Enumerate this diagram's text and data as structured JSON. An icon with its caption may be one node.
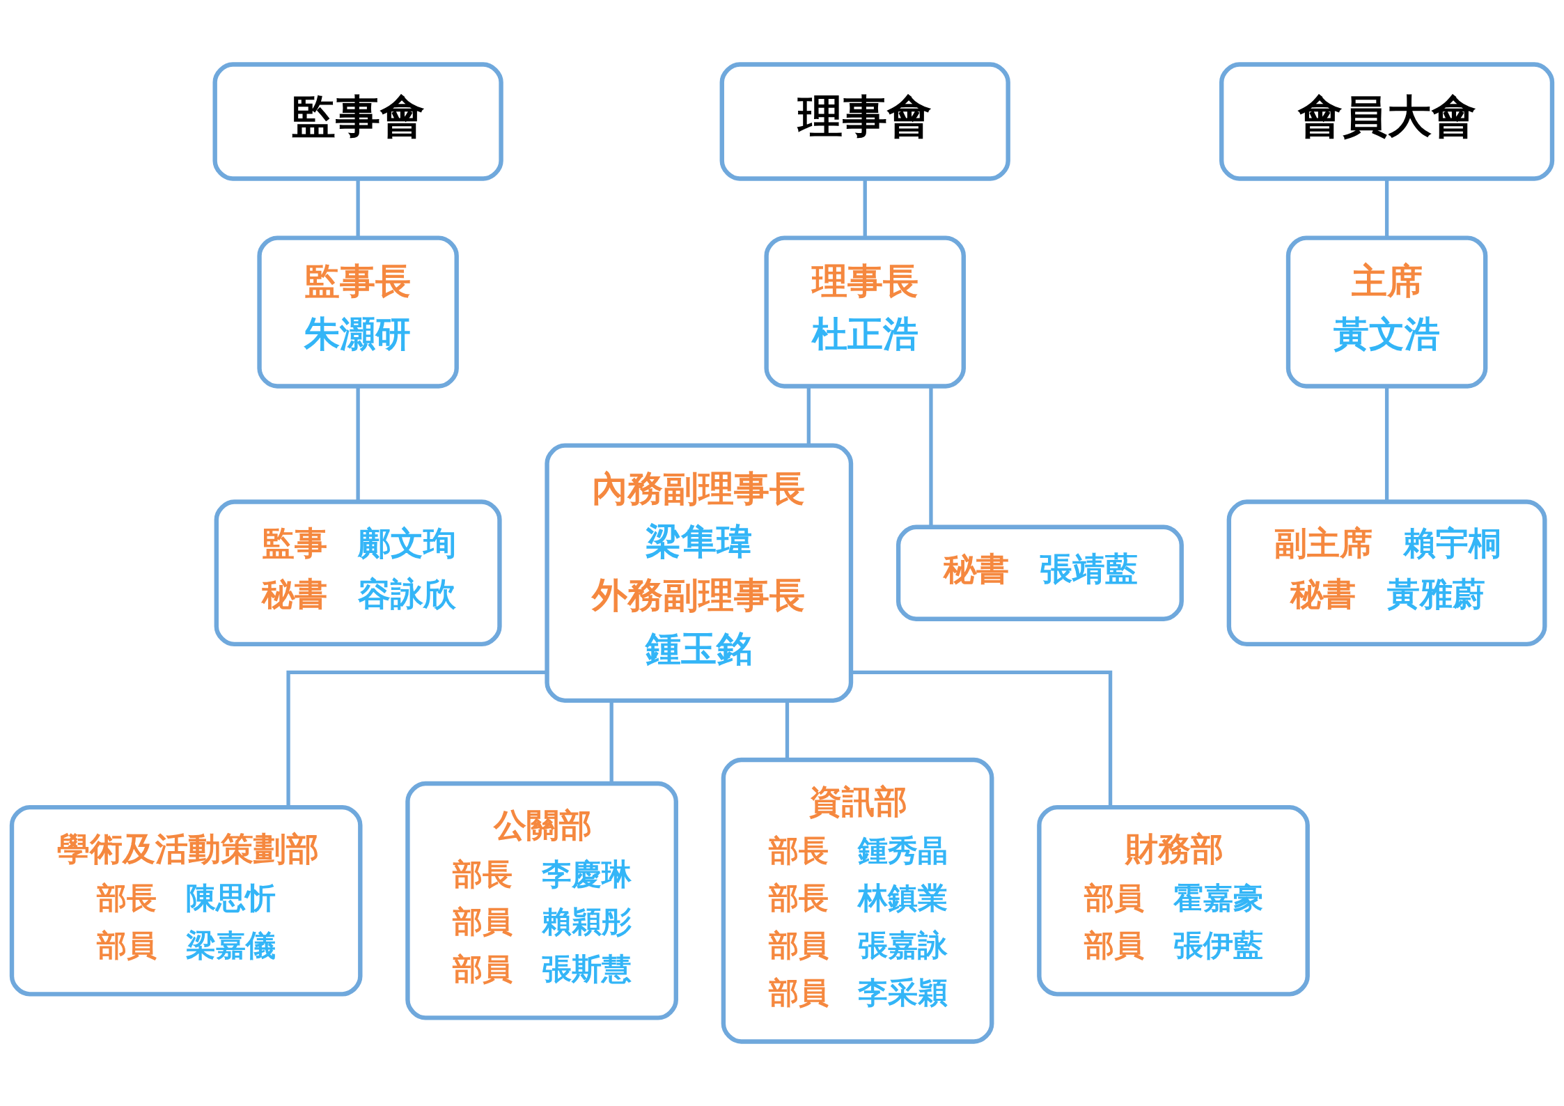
{
  "diagram": {
    "nodes": [
      {
        "text": [
          "監事會"
        ]
      },
      {
        "text": [
          "理事會"
        ]
      },
      {
        "text": [
          "會員大會"
        ]
      },
      {
        "text": [
          "監事長",
          "朱灝研"
        ]
      },
      {
        "text": [
          "理事長",
          "杜正浩"
        ]
      },
      {
        "text": [
          "主席",
          "黃文浩"
        ]
      },
      {
        "text": [
          "監事",
          "鄺文珣",
          "秘書",
          "容詠欣"
        ]
      },
      {
        "text": [
          "內務副理事長",
          "梁隼瑋",
          "外務副理事長",
          "鍾玉銘"
        ]
      },
      {
        "text": [
          "秘書",
          "張靖藍"
        ]
      },
      {
        "text": [
          "副主席",
          "賴宇桐",
          "秘書",
          "黃雅蔚"
        ]
      },
      {
        "text": [
          "學術及活動策劃部",
          "部長",
          "陳思忻",
          "部員",
          "梁嘉儀"
        ]
      },
      {
        "text": [
          "公關部",
          "部長",
          "李慶琳",
          "部員",
          "賴穎彤",
          "部員",
          "張斯慧"
        ]
      },
      {
        "text": [
          "資訊部",
          "部長",
          "鍾秀晶",
          "部長",
          "林鎮業",
          "部員",
          "張嘉詠",
          "部員",
          "李采穎"
        ]
      },
      {
        "text": [
          "財務部",
          "部員",
          "霍嘉豪",
          "部員",
          "張伊藍"
        ]
      }
    ],
    "edges": [
      {
        "from": 0,
        "to": 3,
        "arrow": "none"
      },
      {
        "from": 3,
        "to": 6,
        "arrow": "none"
      },
      {
        "from": 1,
        "to": 4,
        "arrow": "none"
      },
      {
        "from": 4,
        "to": 7,
        "arrow": "none"
      },
      {
        "from": 4,
        "to": 8,
        "arrow": "none"
      },
      {
        "from": 2,
        "to": 5,
        "arrow": "none"
      },
      {
        "from": 5,
        "to": 9,
        "arrow": "none"
      },
      {
        "from": 7,
        "to": 10,
        "arrow": "none"
      },
      {
        "from": 7,
        "to": 11,
        "arrow": "none"
      },
      {
        "from": 7,
        "to": 12,
        "arrow": "none"
      },
      {
        "from": 7,
        "to": 13,
        "arrow": "none"
      }
    ]
  }
}
